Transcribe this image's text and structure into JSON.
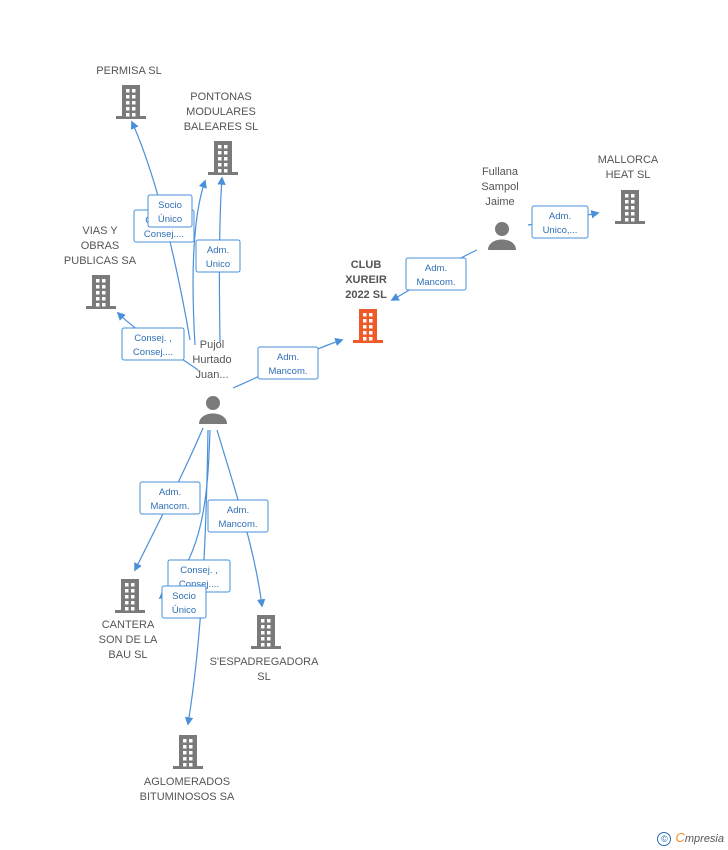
{
  "colors": {
    "company": "#7a7a7a",
    "focus_company": "#f05a28",
    "person": "#7a7a7a",
    "edge": "#4a90d9"
  },
  "nodes": [
    {
      "id": "permisa",
      "type": "company",
      "icon": "building-icon",
      "lines": [
        "PERMISA  SL"
      ]
    },
    {
      "id": "pontonas",
      "type": "company",
      "icon": "building-icon",
      "lines": [
        "PONTONAS",
        "MODULARES",
        "BALEARES  SL"
      ]
    },
    {
      "id": "vias",
      "type": "company",
      "icon": "building-icon",
      "lines": [
        "VIAS  Y",
        "OBRAS",
        "PUBLICAS SA"
      ]
    },
    {
      "id": "club",
      "type": "company",
      "focus": true,
      "icon": "building-icon",
      "lines": [
        "CLUB",
        "XUREIR",
        "2022  SL"
      ]
    },
    {
      "id": "fullana",
      "type": "person",
      "icon": "person-icon",
      "lines": [
        "Fullana",
        "Sampol",
        "Jaime"
      ]
    },
    {
      "id": "mallorca",
      "type": "company",
      "icon": "building-icon",
      "lines": [
        "MALLORCA",
        "HEAT  SL"
      ]
    },
    {
      "id": "pujol",
      "type": "person",
      "icon": "person-icon",
      "lines": [
        "Pujol",
        "Hurtado",
        "Juan..."
      ]
    },
    {
      "id": "cantera",
      "type": "company",
      "icon": "building-icon",
      "lines": [
        "CANTERA",
        "SON DE LA",
        "BAU  SL"
      ]
    },
    {
      "id": "espadregadora",
      "type": "company",
      "icon": "building-icon",
      "lines": [
        "S'ESPADREGADORA",
        "SL"
      ]
    },
    {
      "id": "aglomerados",
      "type": "company",
      "icon": "building-icon",
      "lines": [
        "AGLOMERADOS",
        "BITUMINOSOS SA"
      ]
    }
  ],
  "edges": [
    {
      "from": "pujol",
      "to": "permisa",
      "label": [
        "Consej. ,",
        "Consej...."
      ]
    },
    {
      "from": "pujol",
      "to": "pontonas",
      "label": [
        "Socio",
        "Único"
      ]
    },
    {
      "from": "pujol",
      "to": "pontonas",
      "label": [
        "Adm.",
        "Unico"
      ]
    },
    {
      "from": "pujol",
      "to": "vias",
      "label": [
        "Consej. ,",
        "Consej...."
      ]
    },
    {
      "from": "pujol",
      "to": "club",
      "label": [
        "Adm.",
        "Mancom."
      ]
    },
    {
      "from": "fullana",
      "to": "club",
      "label": [
        "Adm.",
        "Mancom."
      ]
    },
    {
      "from": "fullana",
      "to": "mallorca",
      "label": [
        "Adm.",
        "Unico,..."
      ]
    },
    {
      "from": "pujol",
      "to": "cantera",
      "label": [
        "Adm.",
        "Mancom."
      ]
    },
    {
      "from": "pujol",
      "to": "espadregadora",
      "label": [
        "Adm.",
        "Mancom."
      ]
    },
    {
      "from": "pujol",
      "to": "cantera",
      "label": [
        "Consej. ,",
        "Consej...."
      ]
    },
    {
      "from": "pujol",
      "to": "aglomerados",
      "label": [
        "Socio",
        "Único"
      ]
    }
  ],
  "footer": {
    "copyright": "©",
    "brand_first": "C",
    "brand_rest": "mpresia"
  }
}
